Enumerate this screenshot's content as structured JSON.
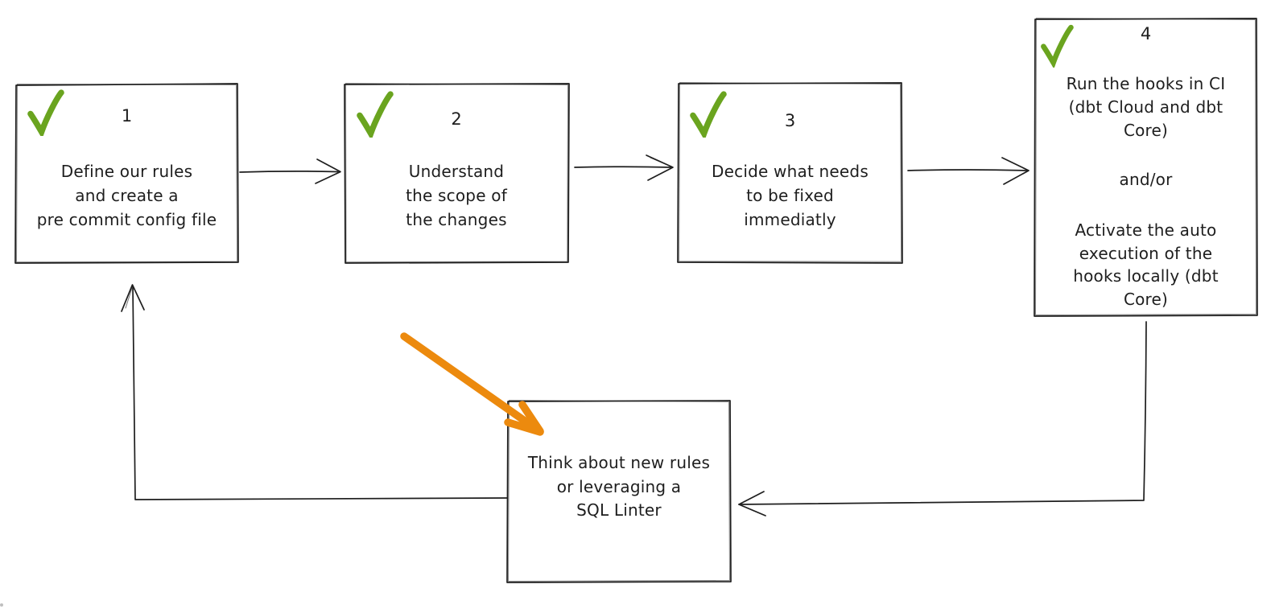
{
  "diagram": {
    "title": "pre-commit workflow flowchart",
    "colors": {
      "ink": "#1e1e1e",
      "check_green": "#6aa41f",
      "arrow_orange": "#ec8a0e",
      "background": "#ffffff"
    },
    "icons": {
      "check": "checkmark-icon",
      "highlight": "orange-arrow-icon"
    },
    "steps": [
      {
        "number": "1",
        "checked": true,
        "lines": [
          "Define our rules",
          "and create a",
          "pre commit config file"
        ]
      },
      {
        "number": "2",
        "checked": true,
        "lines": [
          "Understand",
          "the scope of",
          "the changes"
        ]
      },
      {
        "number": "3",
        "checked": true,
        "lines": [
          "Decide what needs",
          "to be fixed",
          "immediatly"
        ]
      },
      {
        "number": "4",
        "checked": true,
        "para1": [
          "Run the hooks in CI",
          "(dbt Cloud and dbt",
          "Core)"
        ],
        "connector": "and/or",
        "para2": [
          "Activate the auto",
          "execution of the",
          "hooks locally (dbt",
          "Core)"
        ]
      }
    ],
    "loop_box": {
      "lines": [
        "Think about new rules",
        "or leveraging a",
        "SQL Linter"
      ]
    }
  }
}
